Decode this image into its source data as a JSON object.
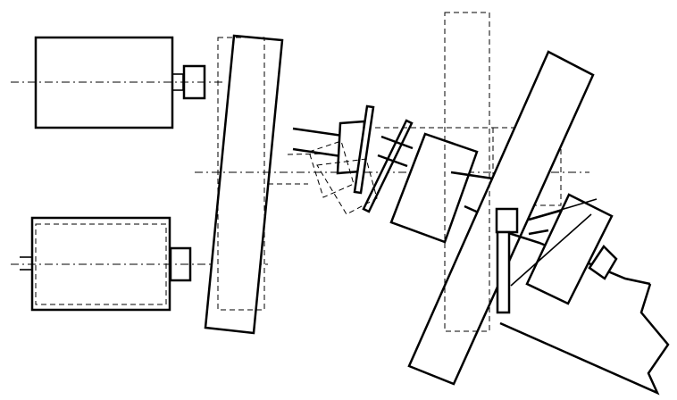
{
  "diagram": {
    "kind": "mechanical-schematic",
    "colors": {
      "line": "#000000",
      "background": "#ffffff"
    },
    "parts": [
      "motor-top",
      "motor-bottom",
      "column-plate",
      "shaft-assembly",
      "inclined-plate",
      "hopper-chute"
    ]
  }
}
